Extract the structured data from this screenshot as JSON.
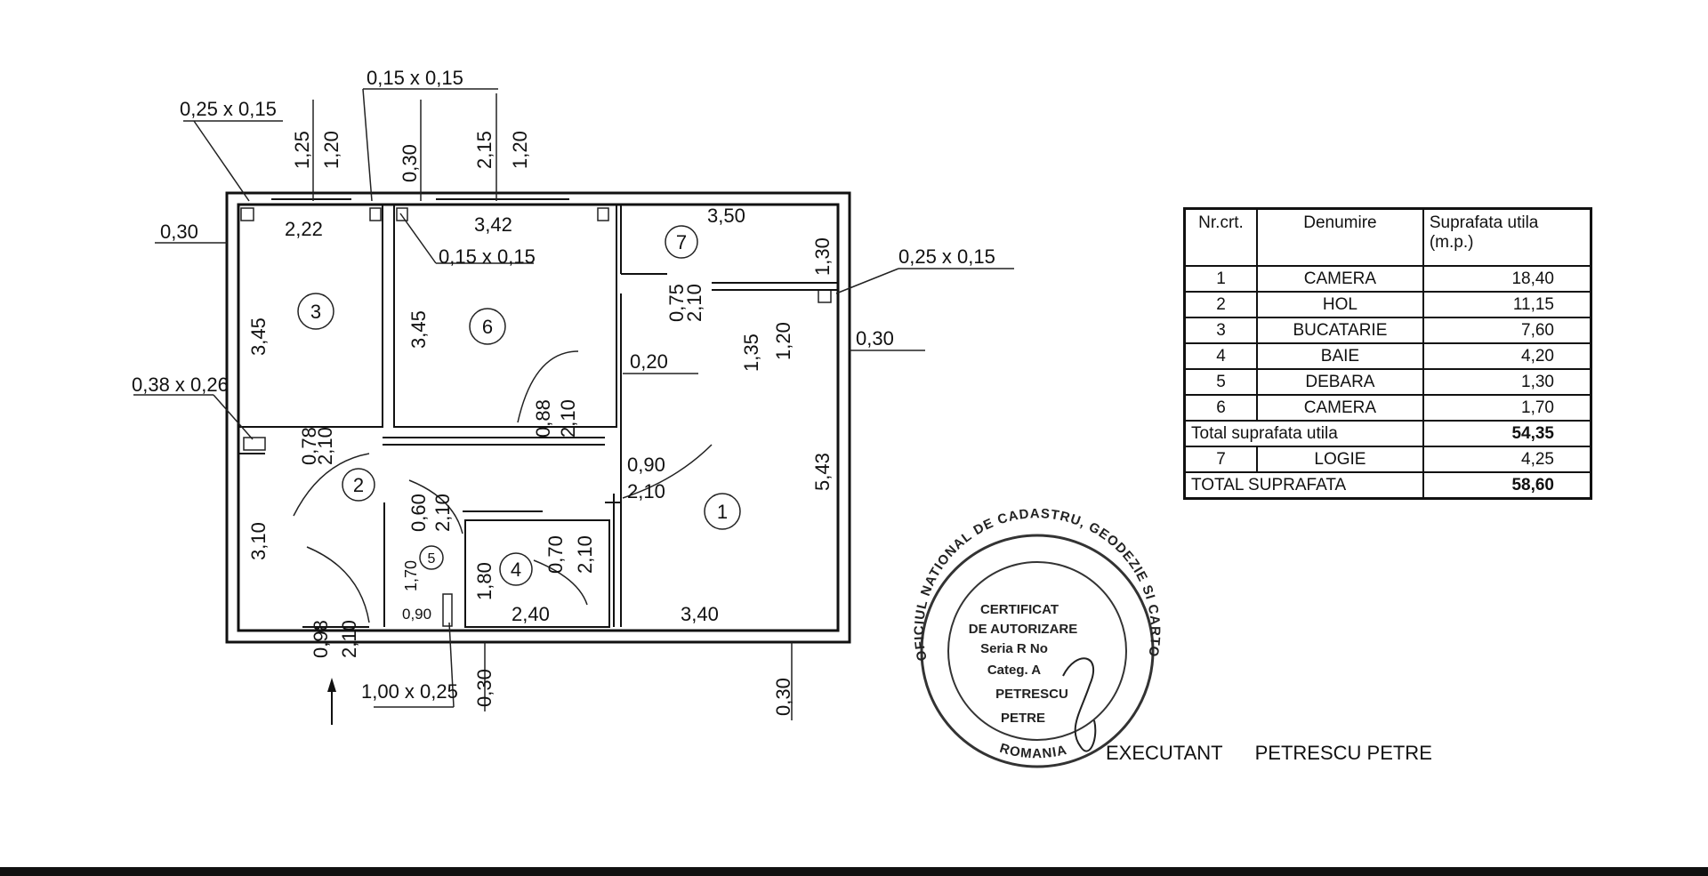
{
  "dimensions": {
    "top_openings": [
      "0,25 x 0,15",
      "0,15 x 0,15",
      "1,25",
      "1,20",
      "0,30",
      "2,15",
      "1,20"
    ],
    "room3": [
      "2,22",
      "3,45"
    ],
    "room6": [
      "3,42",
      "3,45",
      "0,15 x 0,15",
      "0,88",
      "2,10"
    ],
    "room7": [
      "3,50",
      "1,30",
      "0,75",
      "2,10"
    ],
    "right_side": [
      "0,25 x 0,15",
      "0,30",
      "0,20",
      "1,35",
      "1,20",
      "5,43"
    ],
    "left_side": [
      "0,30",
      "0,38 x 0,26",
      "0,78",
      "2,10",
      "3,10"
    ],
    "room1": [
      "0,90",
      "2,10",
      "3,40"
    ],
    "room4": [
      "1,80",
      "2,40",
      "0,70",
      "2,10"
    ],
    "room5": [
      "0,60",
      "2,10",
      "1,70",
      "0,90"
    ],
    "entrance": [
      "0,98",
      "2,10",
      "1,00 x 0,25",
      "0,30",
      "0,30"
    ]
  },
  "rooms": {
    "r1": "1",
    "r2": "2",
    "r3": "3",
    "r4": "4",
    "r5": "5",
    "r6": "6",
    "r7": "7"
  },
  "table": {
    "header": {
      "nr": "Nr.crt.",
      "name": "Denumire",
      "area_line1": "Suprafata utila",
      "area_line2": "(m.p.)"
    },
    "rows": [
      {
        "nr": "1",
        "name": "CAMERA",
        "area": "18,40"
      },
      {
        "nr": "2",
        "name": "HOL",
        "area": "11,15"
      },
      {
        "nr": "3",
        "name": "BUCATARIE",
        "area": "7,60"
      },
      {
        "nr": "4",
        "name": "BAIE",
        "area": "4,20"
      },
      {
        "nr": "5",
        "name": "DEBARA",
        "area": "1,30"
      },
      {
        "nr": "6",
        "name": "CAMERA",
        "area": "1,70"
      }
    ],
    "total_util": {
      "label": "Total suprafata utila",
      "area": "54,35"
    },
    "logie": {
      "nr": "7",
      "name": "LOGIE",
      "area": "4,25"
    },
    "total": {
      "label": "TOTAL SUPRAFATA",
      "area": "58,60"
    }
  },
  "stamp": {
    "ring": "OFICIUL NATIONAL DE CADASTRU, GEODEZIE SI CARTOGRAFIE",
    "bottom": "ROMANIA",
    "line1": "CERTIFICAT",
    "line2": "DE AUTORIZARE",
    "line3": "Seria R No",
    "line4": "Categ. A",
    "line5": "PETRESCU",
    "line6": "PETRE"
  },
  "executant": {
    "label": "EXECUTANT",
    "name": "PETRESCU PETRE"
  }
}
